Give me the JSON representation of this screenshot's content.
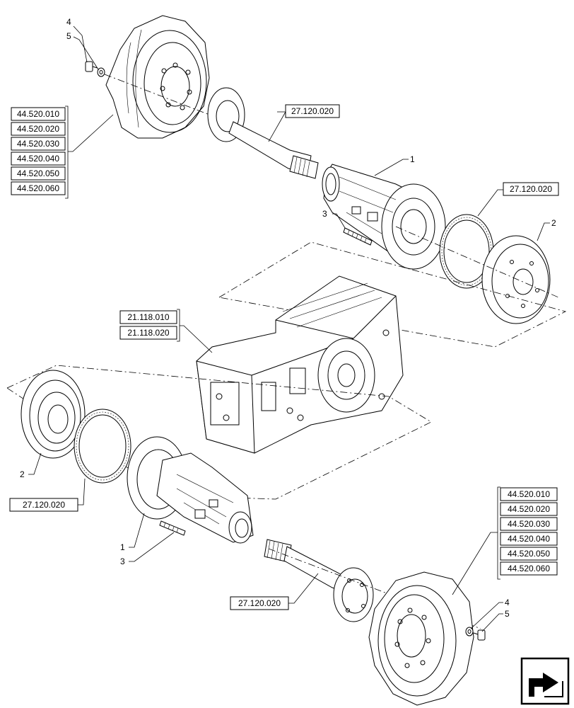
{
  "reference_groups": {
    "top_left": [
      "44.520.010",
      "44.520.020",
      "44.520.030",
      "44.520.040",
      "44.520.050",
      "44.520.060"
    ],
    "bottom_right": [
      "44.520.010",
      "44.520.020",
      "44.520.030",
      "44.520.040",
      "44.520.050",
      "44.520.060"
    ],
    "housing": [
      "21.118.010",
      "21.118.020"
    ]
  },
  "references": {
    "shaft_top": "27.120.020",
    "ring_top": "27.120.020",
    "ring_bottom": "27.120.020",
    "shaft_bottom": "27.120.020"
  },
  "callouts": {
    "top_4": "4",
    "top_5": "5",
    "top_1": "1",
    "top_3": "3",
    "top_2": "2",
    "left_2": "2",
    "bottom_1": "1",
    "bottom_3": "3",
    "bottom_4": "4",
    "bottom_5": "5"
  },
  "nav_icon": "arrow-out-of-page-icon"
}
